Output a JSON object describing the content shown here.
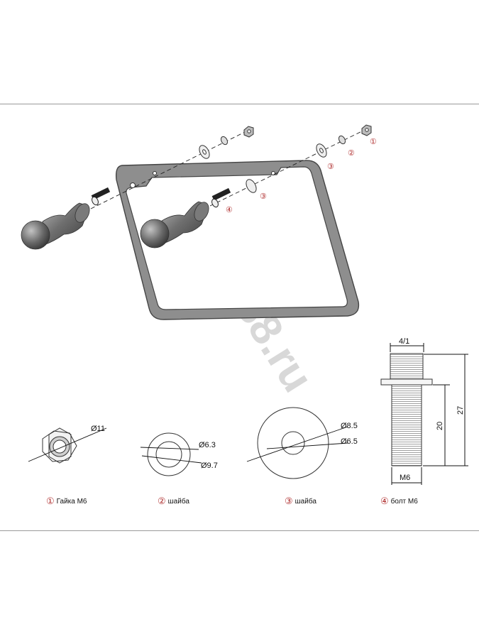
{
  "watermark": "ew8-888.ru",
  "callouts": {
    "nut": "①",
    "washer_small": "②",
    "washer_large": "③",
    "bolt": "④"
  },
  "dimensions": {
    "nut_across": "Ø11",
    "washer2_inner": "Ø6.3",
    "washer2_outer": "Ø9.7",
    "washer3_outer": "Ø8.5",
    "washer3_inner": "Ø6.5",
    "bolt_head": "4/1",
    "bolt_thread_length": "20",
    "bolt_total_length": "27",
    "bolt_thread": "M6"
  },
  "legend": [
    {
      "num": "①",
      "label": "Гайка M6"
    },
    {
      "num": "②",
      "label": "шайба"
    },
    {
      "num": "③",
      "label": "шайба"
    },
    {
      "num": "④",
      "label": "болт M6"
    }
  ]
}
